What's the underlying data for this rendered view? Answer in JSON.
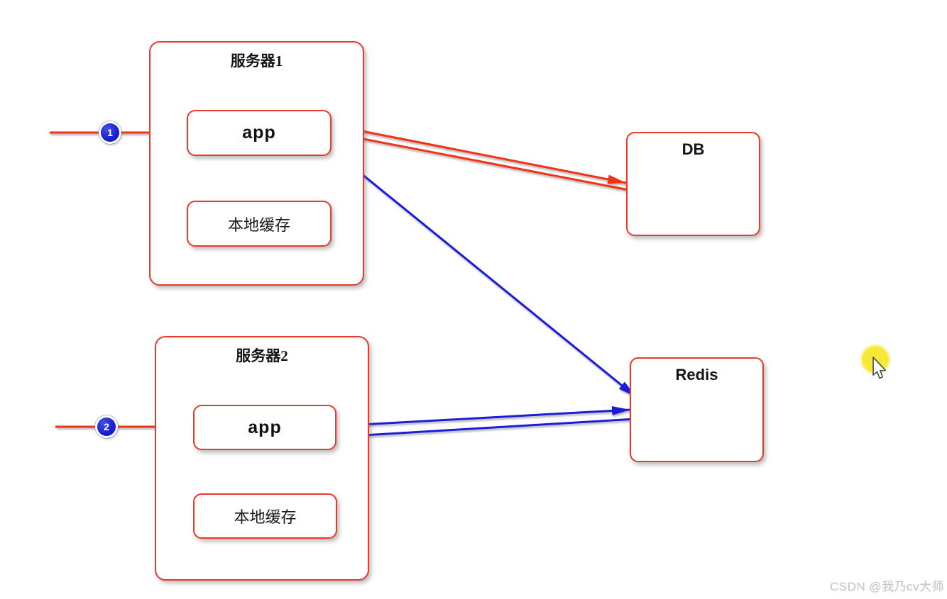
{
  "diagram": {
    "nodes": {
      "server1": {
        "title": "服务器1",
        "app": "app",
        "cache": "本地缓存"
      },
      "server2": {
        "title": "服务器2",
        "app": "app",
        "cache": "本地缓存"
      },
      "db": {
        "title": "DB"
      },
      "redis": {
        "title": "Redis"
      }
    },
    "flow_badges": [
      {
        "number": "1"
      },
      {
        "number": "2"
      }
    ],
    "edges": [
      {
        "badge": "1",
        "from": "incoming-request",
        "to": "server1.app",
        "color": "red"
      },
      {
        "from": "server1.app",
        "to": "server1.cache",
        "color": "red"
      },
      {
        "from": "server1.app",
        "to": "db",
        "color": "red"
      },
      {
        "from": "db",
        "to": "server1.app",
        "color": "red"
      },
      {
        "from": "server1.app",
        "to": "redis",
        "color": "blue"
      },
      {
        "badge": "2",
        "from": "incoming-request",
        "to": "server2.app",
        "color": "red"
      },
      {
        "from": "server2.app",
        "to": "redis",
        "color": "blue"
      },
      {
        "from": "redis",
        "to": "server2.app",
        "color": "blue"
      }
    ]
  },
  "colors": {
    "node_border": "#e8392b",
    "arrow_red": "#f23318",
    "arrow_blue": "#1f1fd8",
    "badge_blue": "#1b23cf",
    "highlight_yellow": "#f7e72e"
  },
  "watermark": {
    "text": "CSDN @我乃cv大师"
  }
}
